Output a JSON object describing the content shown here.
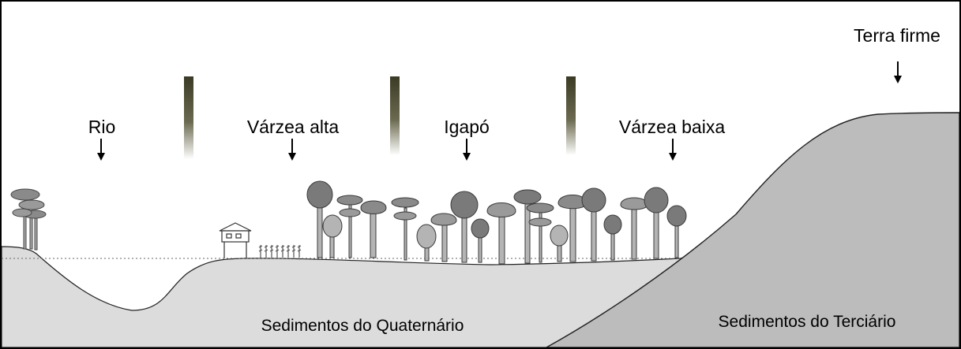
{
  "labels": {
    "rio": "Rio",
    "varzea_alta": "Várzea alta",
    "igapo": "Igapó",
    "varzea_baixa": "Várzea baixa",
    "terra_firme": "Terra firme",
    "sed_quaternario": "Sedimentos do Quaternário",
    "sed_terciario": "Sedimentos do Terciário"
  },
  "colors": {
    "quaternary_ground": "#dcdcdc",
    "tertiary_ground": "#bcbcbc",
    "water_marker_dark": "#3b3a24",
    "tree_dark": "#7a7a7a",
    "tree_mid": "#9a9a9a",
    "tree_light": "#b4b4b4"
  }
}
